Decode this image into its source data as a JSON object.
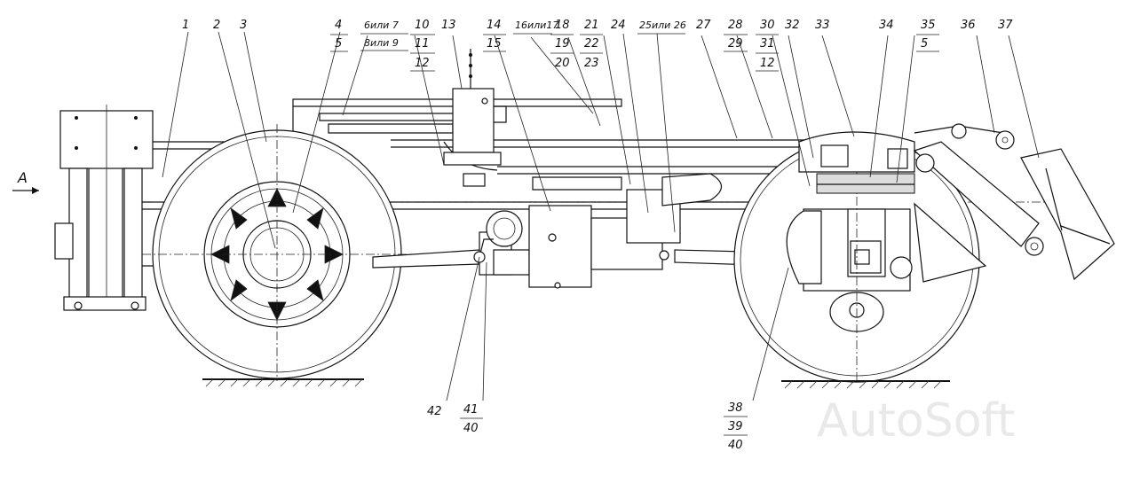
{
  "view_label": "A",
  "watermark": "AutoSoft",
  "callouts": {
    "c1": "1",
    "c2": "2",
    "c3": "3",
    "c4": "4",
    "c5a": "5",
    "c6": "6или 7",
    "c8": "8или 9",
    "c10": "10",
    "c11": "11",
    "c12a": "12",
    "c13": "13",
    "c14": "14",
    "c15": "15",
    "c16": "16или17",
    "c18": "18",
    "c19": "19",
    "c20": "20",
    "c21": "21",
    "c22": "22",
    "c23": "23",
    "c24": "24",
    "c25": "25или 26",
    "c27": "27",
    "c28": "28",
    "c29": "29",
    "c30": "30",
    "c31": "31",
    "c12b": "12",
    "c32": "32",
    "c33": "33",
    "c34": "34",
    "c35": "35",
    "c5b": "5",
    "c36": "36",
    "c37": "37",
    "c42": "42",
    "c41": "41",
    "c40a": "40",
    "c38": "38",
    "c39": "39",
    "c40b": "40"
  }
}
